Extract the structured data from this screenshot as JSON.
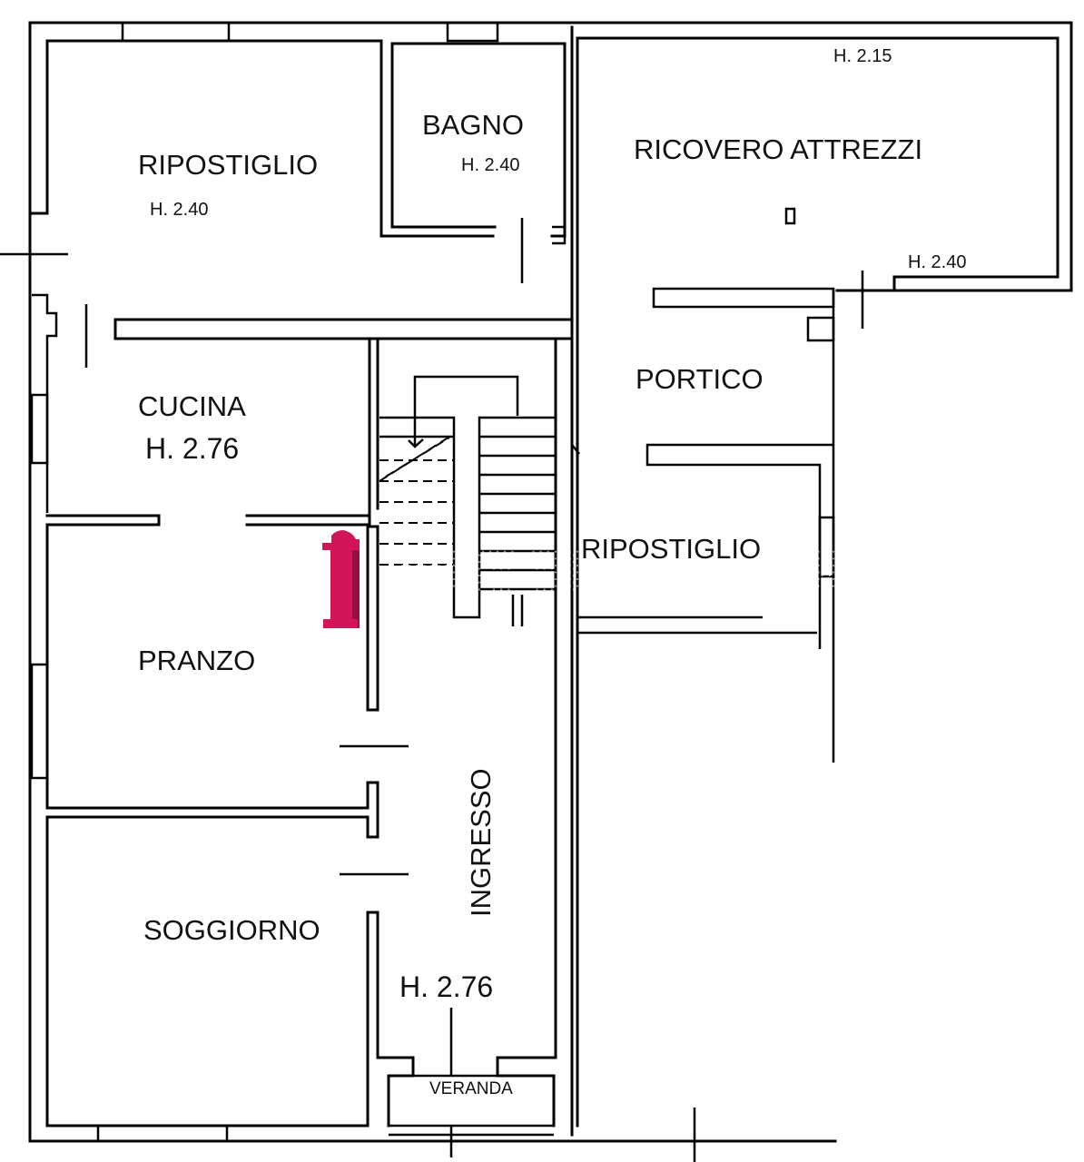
{
  "floor_plan": {
    "rooms": {
      "ripostiglio_1": {
        "name": "RIPOSTIGLIO",
        "height": "H. 2.40"
      },
      "bagno": {
        "name": "BAGNO",
        "height": "H. 2.40"
      },
      "ricovero": {
        "name": "RICOVERO ATTREZZI",
        "height_top": "H. 2.15",
        "height_bottom": "H. 2.40"
      },
      "cucina": {
        "name": "CUCINA",
        "height": "H. 2.76"
      },
      "portico": {
        "name": "PORTICO"
      },
      "ripostiglio_2": {
        "name": "RIPOSTIGLIO"
      },
      "pranzo": {
        "name": "PRANZO"
      },
      "ingresso": {
        "name": "INGRESSO",
        "height": "H. 2.76"
      },
      "soggiorno": {
        "name": "SOGGIORNO"
      },
      "veranda": {
        "name": "VERANDA"
      }
    },
    "marker_color": "#d4145a"
  }
}
